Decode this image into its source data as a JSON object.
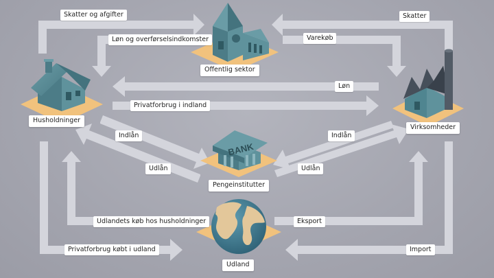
{
  "colors": {
    "background": "#a7a8b2",
    "arrow": "#d4d5dc",
    "building": "#5a8c96",
    "building_dark": "#3f6e78",
    "roof": "#4f7f8a",
    "pad": "#f1c27d",
    "factory": "#4c5560",
    "globe_sea": "#3f7b8e",
    "globe_land": "#e3c79a",
    "label_bg": "#ffffff"
  },
  "nodes": {
    "households": "Husholdninger",
    "public_sector": "Offentlig sektor",
    "companies": "Virksomheder",
    "banks": "Pengeinstitutter",
    "abroad": "Udland"
  },
  "bank_sign": "BANK",
  "flows": {
    "taxes_households": "Skatter og afgifter",
    "wages_transfers": "Løn og overførselsindkomster",
    "taxes_companies": "Skatter",
    "purchases": "Varekøb",
    "wages": "Løn",
    "private_consumption_domestic": "Privatforbrug i indland",
    "deposits_households": "Indlån",
    "loans_households": "Udlån",
    "deposits_companies": "Indlån",
    "loans_companies": "Udlån",
    "foreign_purchases": "Udlandets køb hos husholdninger",
    "private_consumption_abroad": "Privatforbrug købt i udland",
    "export": "Eksport",
    "import": "Import"
  }
}
